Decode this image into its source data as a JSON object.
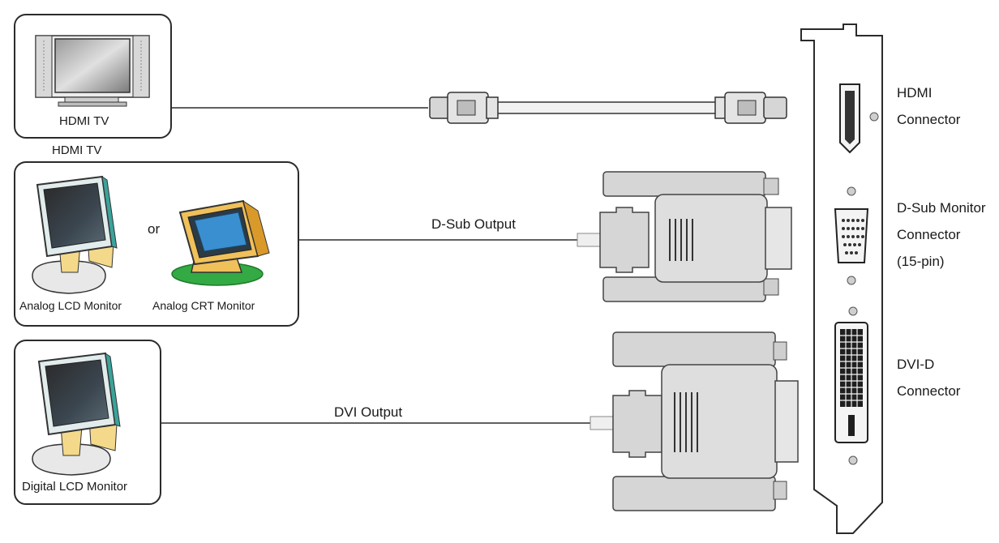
{
  "sources": {
    "hdmi_tv": {
      "box_label": "HDMI TV",
      "caption": "HDMI TV"
    },
    "analog": {
      "or_text": "or",
      "lcd_label": "Analog LCD Monitor",
      "crt_label": "Analog CRT Monitor"
    },
    "digital": {
      "lcd_label": "Digital LCD Monitor"
    }
  },
  "cables": {
    "dsub_label": "D-Sub Output",
    "dvi_label": "DVI Output"
  },
  "card_connectors": {
    "hdmi": [
      "HDMI",
      "Connector"
    ],
    "dsub": [
      "D-Sub Monitor",
      "Connector",
      "(15-pin)"
    ],
    "dvi": [
      "DVI-D",
      "Connector"
    ]
  },
  "colors": {
    "outline": "#2b2b2b",
    "connector_gray": "#d6d6d6",
    "screen_blue": "#3a8fd0",
    "crt_body": "#f0c05a",
    "stand_yellow": "#f4d98a",
    "stand_green": "#33aa44"
  }
}
